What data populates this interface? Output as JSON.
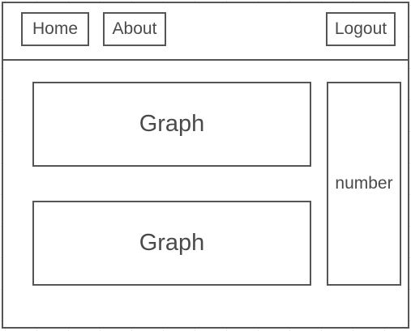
{
  "navbar": {
    "home_label": "Home",
    "about_label": "About",
    "logout_label": "Logout"
  },
  "main": {
    "graph_top_label": "Graph",
    "graph_bottom_label": "Graph",
    "number_label": "number"
  },
  "colors": {
    "border": "#555555",
    "text": "#4a4a4a",
    "grid": "#ececec"
  }
}
